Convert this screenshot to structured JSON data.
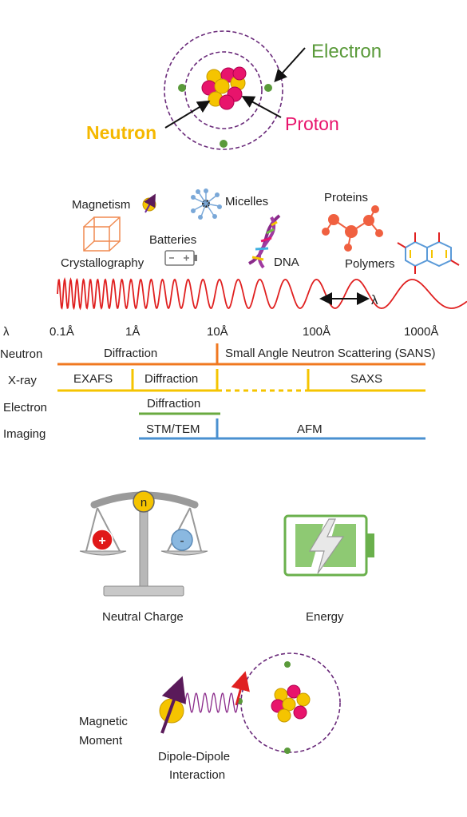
{
  "atom": {
    "electron_label": "Electron",
    "neutron_label": "Neutron",
    "proton_label": "Proton"
  },
  "applications": {
    "magnetism": "Magnetism",
    "micelles": "Micelles",
    "proteins": "Proteins",
    "batteries": "Batteries",
    "dna": "DNA",
    "crystallography": "Crystallography",
    "polymers": "Polymers"
  },
  "wavelength": {
    "symbol": "λ",
    "ticks": [
      "0.1Å",
      "1Å",
      "10Å",
      "100Å",
      "1000Å"
    ]
  },
  "techniques": {
    "rows": [
      "Neutron",
      "X-ray",
      "Electron",
      "Imaging"
    ],
    "neutron_diffraction": "Diffraction",
    "sans": "Small Angle Neutron Scattering (SANS)",
    "exafs": "EXAFS",
    "xray_diffraction": "Diffraction",
    "saxs": "SAXS",
    "electron_diffraction": "Diffraction",
    "stm_tem": "STM/TEM",
    "afm": "AFM"
  },
  "properties": {
    "neutral_charge": "Neutral Charge",
    "energy": "Energy",
    "scale_n": "n",
    "plus": "+",
    "minus": "-",
    "magnetic_moment_line1": "Magnetic",
    "magnetic_moment_line2": "Moment",
    "dipole_line1": "Dipole-Dipole",
    "dipole_line2": "Interaction"
  },
  "colors": {
    "neutron": "#f5c400",
    "proton": "#e8146c",
    "electron": "#5a9a3a",
    "wave": "#e02020",
    "neutron_bar": "#f07820",
    "xray_bar": "#f5c400",
    "electron_bar": "#6aaa40",
    "imaging_bar": "#4a90d0",
    "orbit": "#6a2a7a"
  }
}
